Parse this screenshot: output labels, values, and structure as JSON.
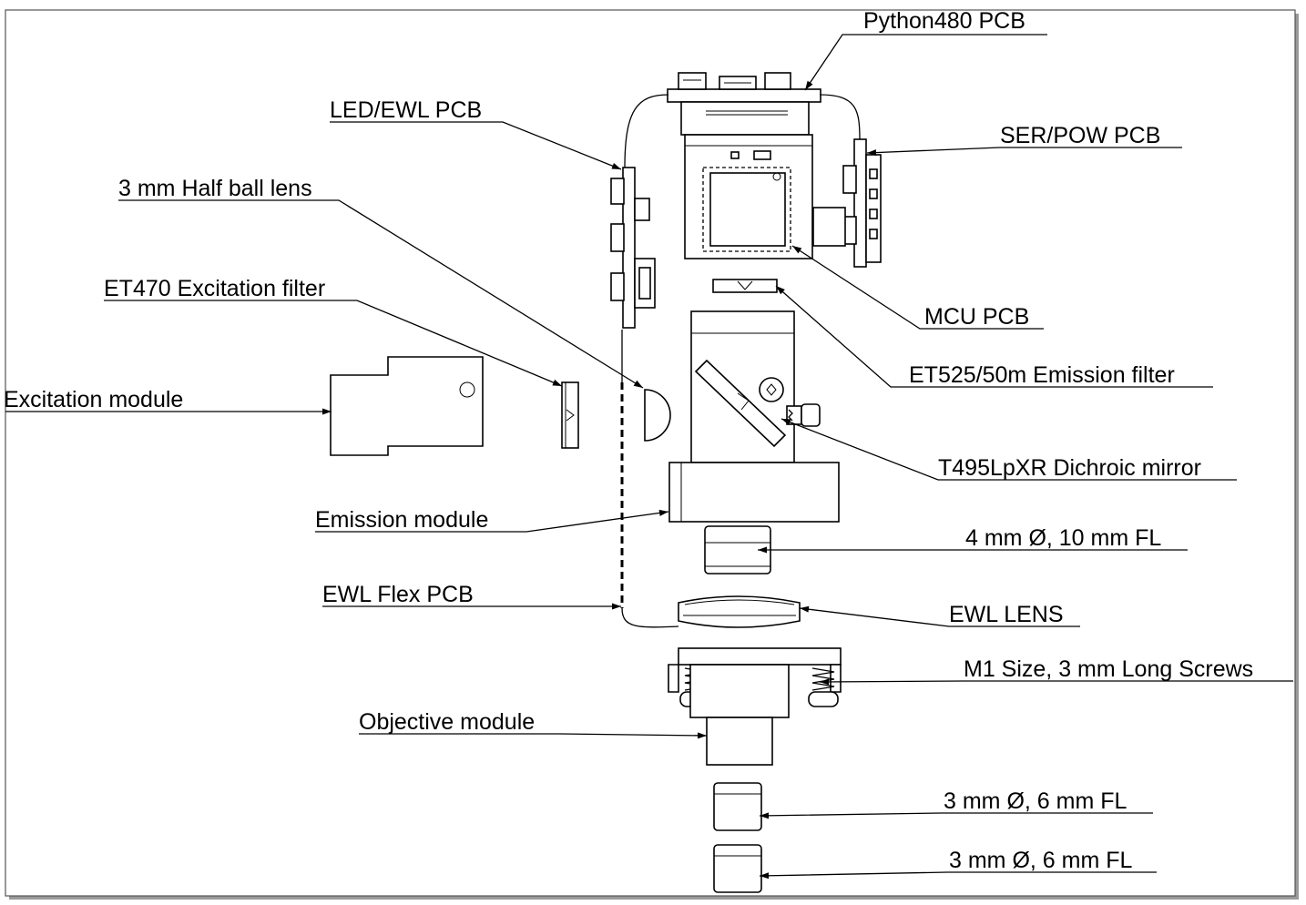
{
  "labels": {
    "python_pcb": "Python480 PCB",
    "led_ewl_pcb": "LED/EWL PCB",
    "ser_pow_pcb": "SER/POW PCB",
    "half_ball_lens": "3 mm Half ball lens",
    "excitation_filter": "ET470 Excitation filter",
    "mcu_pcb": "MCU PCB",
    "emission_filter": "ET525/50m Emission filter",
    "excitation_module": "Excitation module",
    "dichroic_mirror": "T495LpXR Dichroic mirror",
    "emission_module": "Emission module",
    "lens_4mm": "4 mm Ø, 10 mm FL",
    "ewl_flex_pcb": "EWL Flex PCB",
    "ewl_lens": "EWL LENS",
    "screws": "M1 Size, 3 mm Long Screws",
    "objective_module": "Objective module",
    "lens_3mm_a": "3 mm Ø, 6 mm FL",
    "lens_3mm_b": "3 mm Ø, 6 mm FL"
  },
  "colors": {
    "line": "#000000",
    "background": "#ffffff"
  }
}
